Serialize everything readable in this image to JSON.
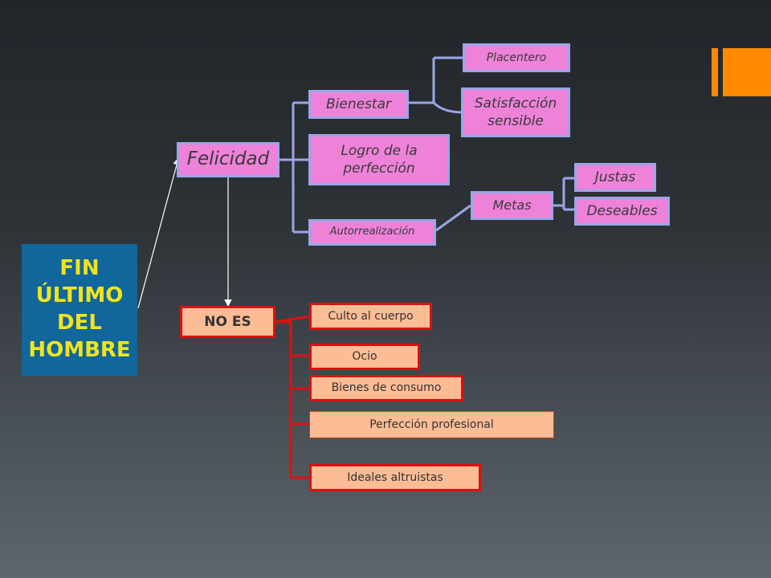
{
  "diagram": {
    "root": {
      "line1": "FIN",
      "line2": "ÚLTIMO",
      "line3": "DEL",
      "line4": "HOMBRE"
    },
    "felicidad": "Felicidad",
    "bienestar": "Bienestar",
    "logro": {
      "line1": "Logro de la",
      "line2": "perfección"
    },
    "autorrealizacion": "Autorrealización",
    "placentero": "Placentero",
    "satisfaccion": {
      "line1": "Satisfacción",
      "line2": "sensible"
    },
    "metas": "Metas",
    "justas": "Justas",
    "deseables": "Deseables",
    "no_es": "NO ES",
    "culto": "Culto al cuerpo",
    "ocio": "Ocio",
    "bienes": "Bienes de consumo",
    "perfeccion_profesional": "Perfección profesional",
    "ideales": "Ideales altruistas"
  },
  "colors": {
    "accent_orange": "#ff8a00",
    "root_fill": "#11679b",
    "root_text": "#f2e41c",
    "pink_fill": "#ee82d9",
    "pink_border": "#9aa6e6",
    "salmon_fill": "#fbbc96",
    "red_border": "#dd1010"
  }
}
